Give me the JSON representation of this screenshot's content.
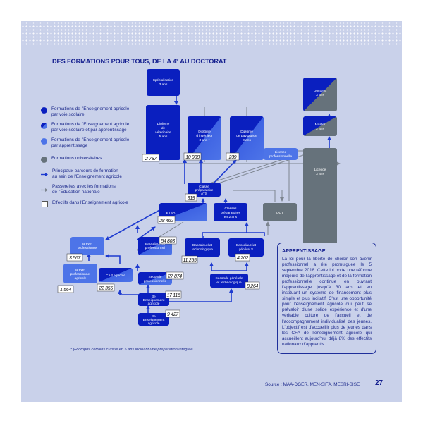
{
  "title": {
    "main": "DES FORMATIONS POUR TOUS, DE LA 4",
    "sup": "e",
    "rest": " AU DOCTORAT"
  },
  "legend": [
    {
      "type": "dot",
      "color": "#0a1fbf",
      "text": [
        "Formations de l'Enseignement agricole",
        "par voie scolaire"
      ]
    },
    {
      "type": "dot-gradient",
      "color": "#2a4bd6",
      "text": [
        "Formations de l'Enseignement agricole",
        "par voie scolaire et par apprentissage"
      ]
    },
    {
      "type": "dot",
      "color": "#4d74e8",
      "text": [
        "Formations de l'Enseignement agricole",
        "par apprentissage"
      ]
    },
    {
      "type": "dot",
      "color": "#66727b",
      "text": [
        "Formations universitaires"
      ]
    },
    {
      "type": "arrow",
      "color": "#1e3bd0",
      "text": [
        "Principaux parcours de formation",
        "au sein de l'Enseignement agricole"
      ]
    },
    {
      "type": "arrow",
      "color": "#7d8590",
      "text": [
        "Passerelles avec les formations",
        "de l'Éducation nationale"
      ]
    },
    {
      "type": "square",
      "color": "#ffffff",
      "text": [
        "Effectifs dans l'Enseignement agricole"
      ]
    }
  ],
  "nodes": {
    "specialisation": {
      "lines": [
        "Spécialisation",
        "3 ans"
      ]
    },
    "veterinaire": {
      "lines": [
        "Diplôme",
        "de",
        "vétérinaire",
        "5 ans"
      ]
    },
    "ingenieur": {
      "lines": [
        "Diplôme",
        "d'ingénieur",
        "3 ans *"
      ]
    },
    "paysagiste": {
      "lines": [
        "Diplôme",
        "de paysagiste",
        "3 ans"
      ]
    },
    "doctorat": {
      "lines": [
        "Doctorat",
        "3 ans"
      ]
    },
    "master": {
      "lines": [
        "Master",
        "2 ans"
      ]
    },
    "licence_pro": {
      "lines": [
        "Licence",
        "professionnelle"
      ]
    },
    "licence": {
      "lines": [
        "Licence",
        "3 ans"
      ]
    },
    "classe_prep_ats": {
      "lines": [
        "Classe",
        "préparatoire",
        "ATS"
      ]
    },
    "btsa": {
      "lines": [
        "BTSA"
      ]
    },
    "classes_prep": {
      "lines": [
        "Classes",
        "préparatoires",
        "en 2 ans"
      ]
    },
    "dut": {
      "lines": [
        "DUT"
      ]
    },
    "brevet_pro": {
      "lines": [
        "Brevet",
        "professionnel"
      ]
    },
    "bac_pro": {
      "lines": [
        "Baccalauréat",
        "professionnel"
      ]
    },
    "bac_techno": {
      "lines": [
        "Baccalauréat",
        "technologique"
      ]
    },
    "bac_s": {
      "lines": [
        "Baccalauréat",
        "général S"
      ]
    },
    "brevet_pro_agricole": {
      "lines": [
        "Brevet",
        "professionnel",
        "agricole"
      ]
    },
    "cap_agricole": {
      "lines": [
        "CAP  agricole"
      ]
    },
    "seconde_pro": {
      "lines": [
        "Seconde",
        "professionnelle"
      ]
    },
    "seconde_gen": {
      "lines": [
        "Seconde générale",
        "et technologique"
      ]
    },
    "troisieme": {
      "lines": [
        "3e",
        "Enseignement",
        "agricole"
      ]
    },
    "quatrieme": {
      "lines": [
        "4e",
        "Enseignement",
        "agricole"
      ]
    }
  },
  "counts": {
    "veterinaire": "2 787",
    "ingenieur": "10 988",
    "paysagiste": "239",
    "classe_prep_ats": "319",
    "btsa": "28 462",
    "bac_pro": "54 803",
    "brevet_pro": "3 567",
    "bac_techno": "11 255",
    "bac_s": "4 202",
    "brevet_pro_agricole": "1 564",
    "cap_agricole": "22 355",
    "seconde_pro": "27 874",
    "seconde_gen": "8 264",
    "troisieme": "17 116",
    "quatrieme": "9 427"
  },
  "apprenticeship": {
    "title": "APPRENTISSAGE",
    "body": "La loi pour la liberté de choisir son avenir professionnel a été promulguée le 5 septembre 2018. Cette loi porte une réforme majeure de l'apprentissage et de la formation professionnelle continue en ouvrant l'apprentissage jusqu'à 30 ans et en instituant un système de financement plus simple et plus incitatif. C'est une opportunité pour l'enseignement agricole qui peut se prévaloir d'une solide expérience et d'une véritable culture de l'accueil et de l'accompagnement individualisé des jeunes. L'objectif est d'accueillir plus de jeunes dans les CFA de l'enseignement agricole qui accueillent aujourd'hui déjà 8% des effectifs nationaux d'apprentis."
  },
  "footnote": "* y-compris certains cursus en 5 ans incluant une préparation intégrée",
  "source": "Source : MAA-DGER, MEN-SIFA, MESRI-SISE",
  "page_number": "27"
}
